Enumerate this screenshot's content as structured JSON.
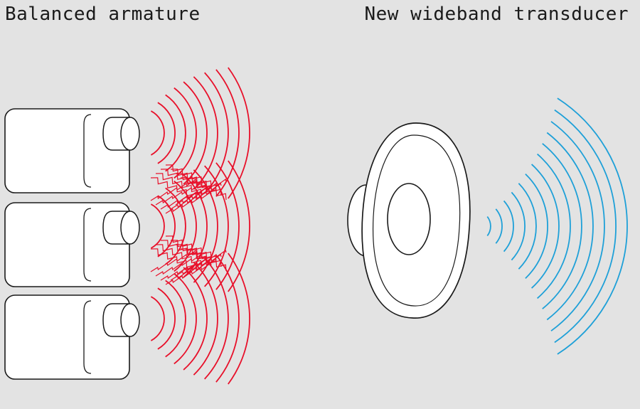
{
  "left_panel": {
    "title": "Balanced armature",
    "driver_count": 3,
    "wave_color": "#e8102a",
    "interference": "interference-pattern"
  },
  "right_panel": {
    "title": "New wideband transducer",
    "wave_color": "#1ea0d8"
  },
  "colors": {
    "background": "#e3e3e3",
    "outline": "#1a1a1a",
    "fill": "#ffffff"
  }
}
